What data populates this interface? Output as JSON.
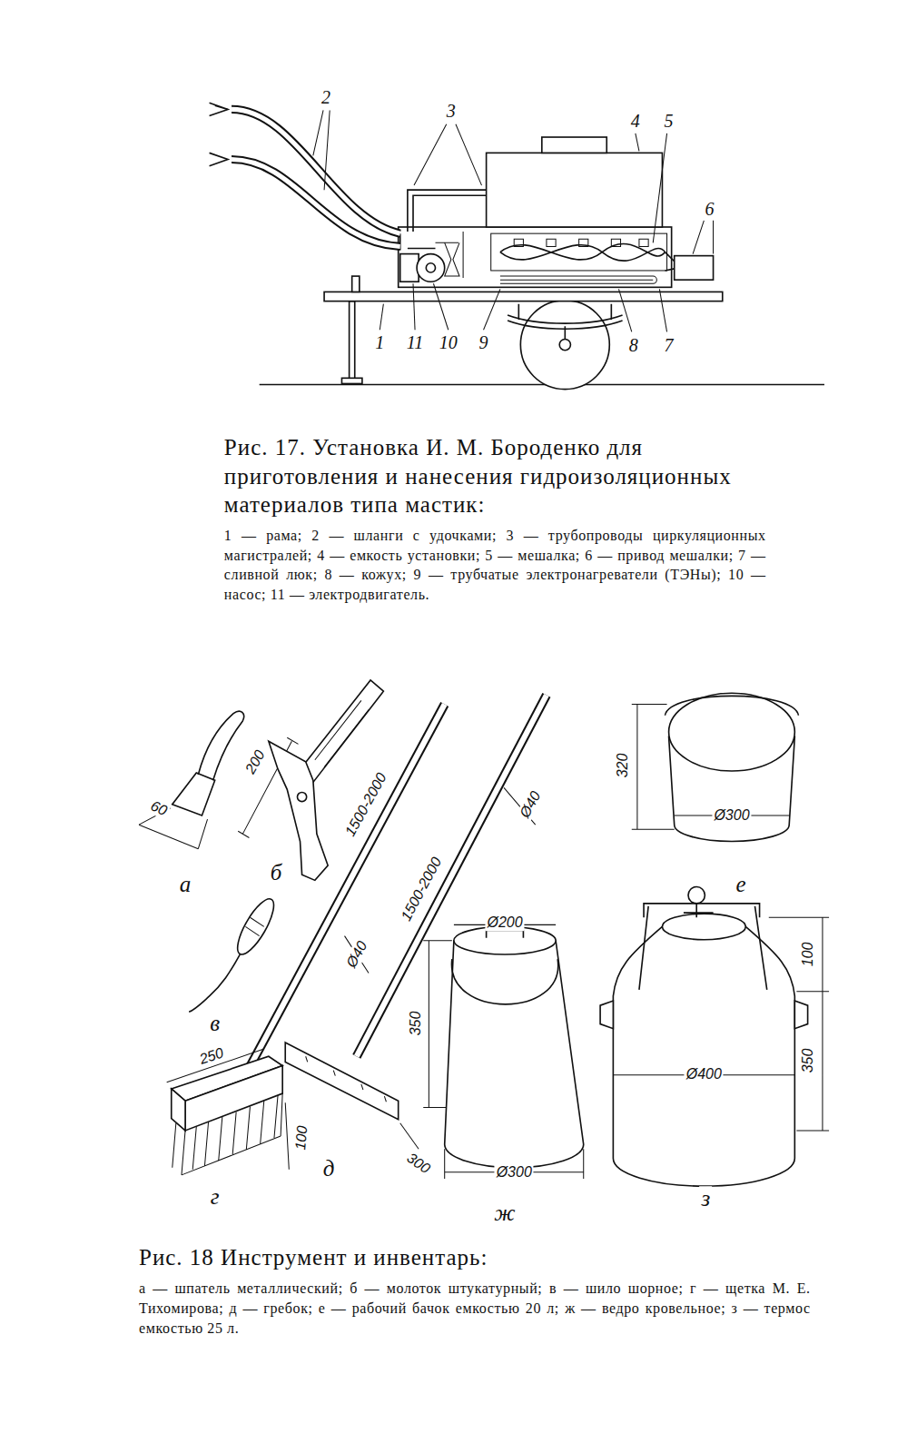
{
  "diagram": {
    "labels": [
      "2",
      "3",
      "4",
      "5",
      "6",
      "1",
      "11",
      "10",
      "9",
      "8",
      "7",
      "Рис. 17. Установка И. М. Бороденко для приготовления и нанесения гидроизоляционных материалов типа мастик:",
      "1 — рама; 2 — шланги с удочками; 3 — трубопроводы циркуляционных магистралей; 4 — емкость установки; 5 — мешалка; 6 — привод мешалки; 7 — сливной люк; 8 — кожух; 9 — трубчатые электронагреватели (ТЭНы); 10 — насос; 11 — электродвигатель.",
      "200",
      "60",
      "а",
      "б",
      "1500-2000",
      "Ø40",
      "320",
      "Ø300",
      "е",
      "1500-2000",
      "Ø40",
      "в",
      "Ø200",
      "100",
      "350",
      "Ø400",
      "350",
      "250",
      "300",
      "100",
      "г",
      "д",
      "Ø300",
      "з",
      "ж",
      "Рис. 18 Инструмент и инвентарь:",
      "а — шпатель металлический; б — молоток штукатурный; в — шило шорное; г — щетка М. Е. Тихомирова; д — гребок; е — рабочий бачок емкостью 20 л; ж — ведро кровельное; з — термос емкостью 25 л."
    ]
  }
}
